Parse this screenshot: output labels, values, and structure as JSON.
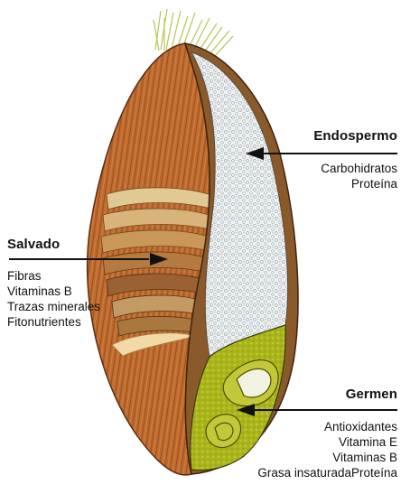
{
  "labels": {
    "endosperm": {
      "title": "Endospermo",
      "items": [
        "Carbohidratos",
        "Proteína"
      ]
    },
    "bran": {
      "title": "Salvado",
      "items": [
        "Fibras",
        "Vitaminas B",
        "Trazas minerales",
        "Fitonutrientes"
      ]
    },
    "germ": {
      "title": "Germen",
      "items": [
        "Antioxidantes",
        "Vitamina E",
        "Vitaminas B",
        "Grasa insaturadaProteína"
      ]
    }
  },
  "colors": {
    "bran": "#b8662e",
    "bran_dark": "#7a3f18",
    "endosperm": "#e8ecee",
    "germ": "#b9c21a",
    "brush": "#b5c75a",
    "pointer": "#111111"
  }
}
